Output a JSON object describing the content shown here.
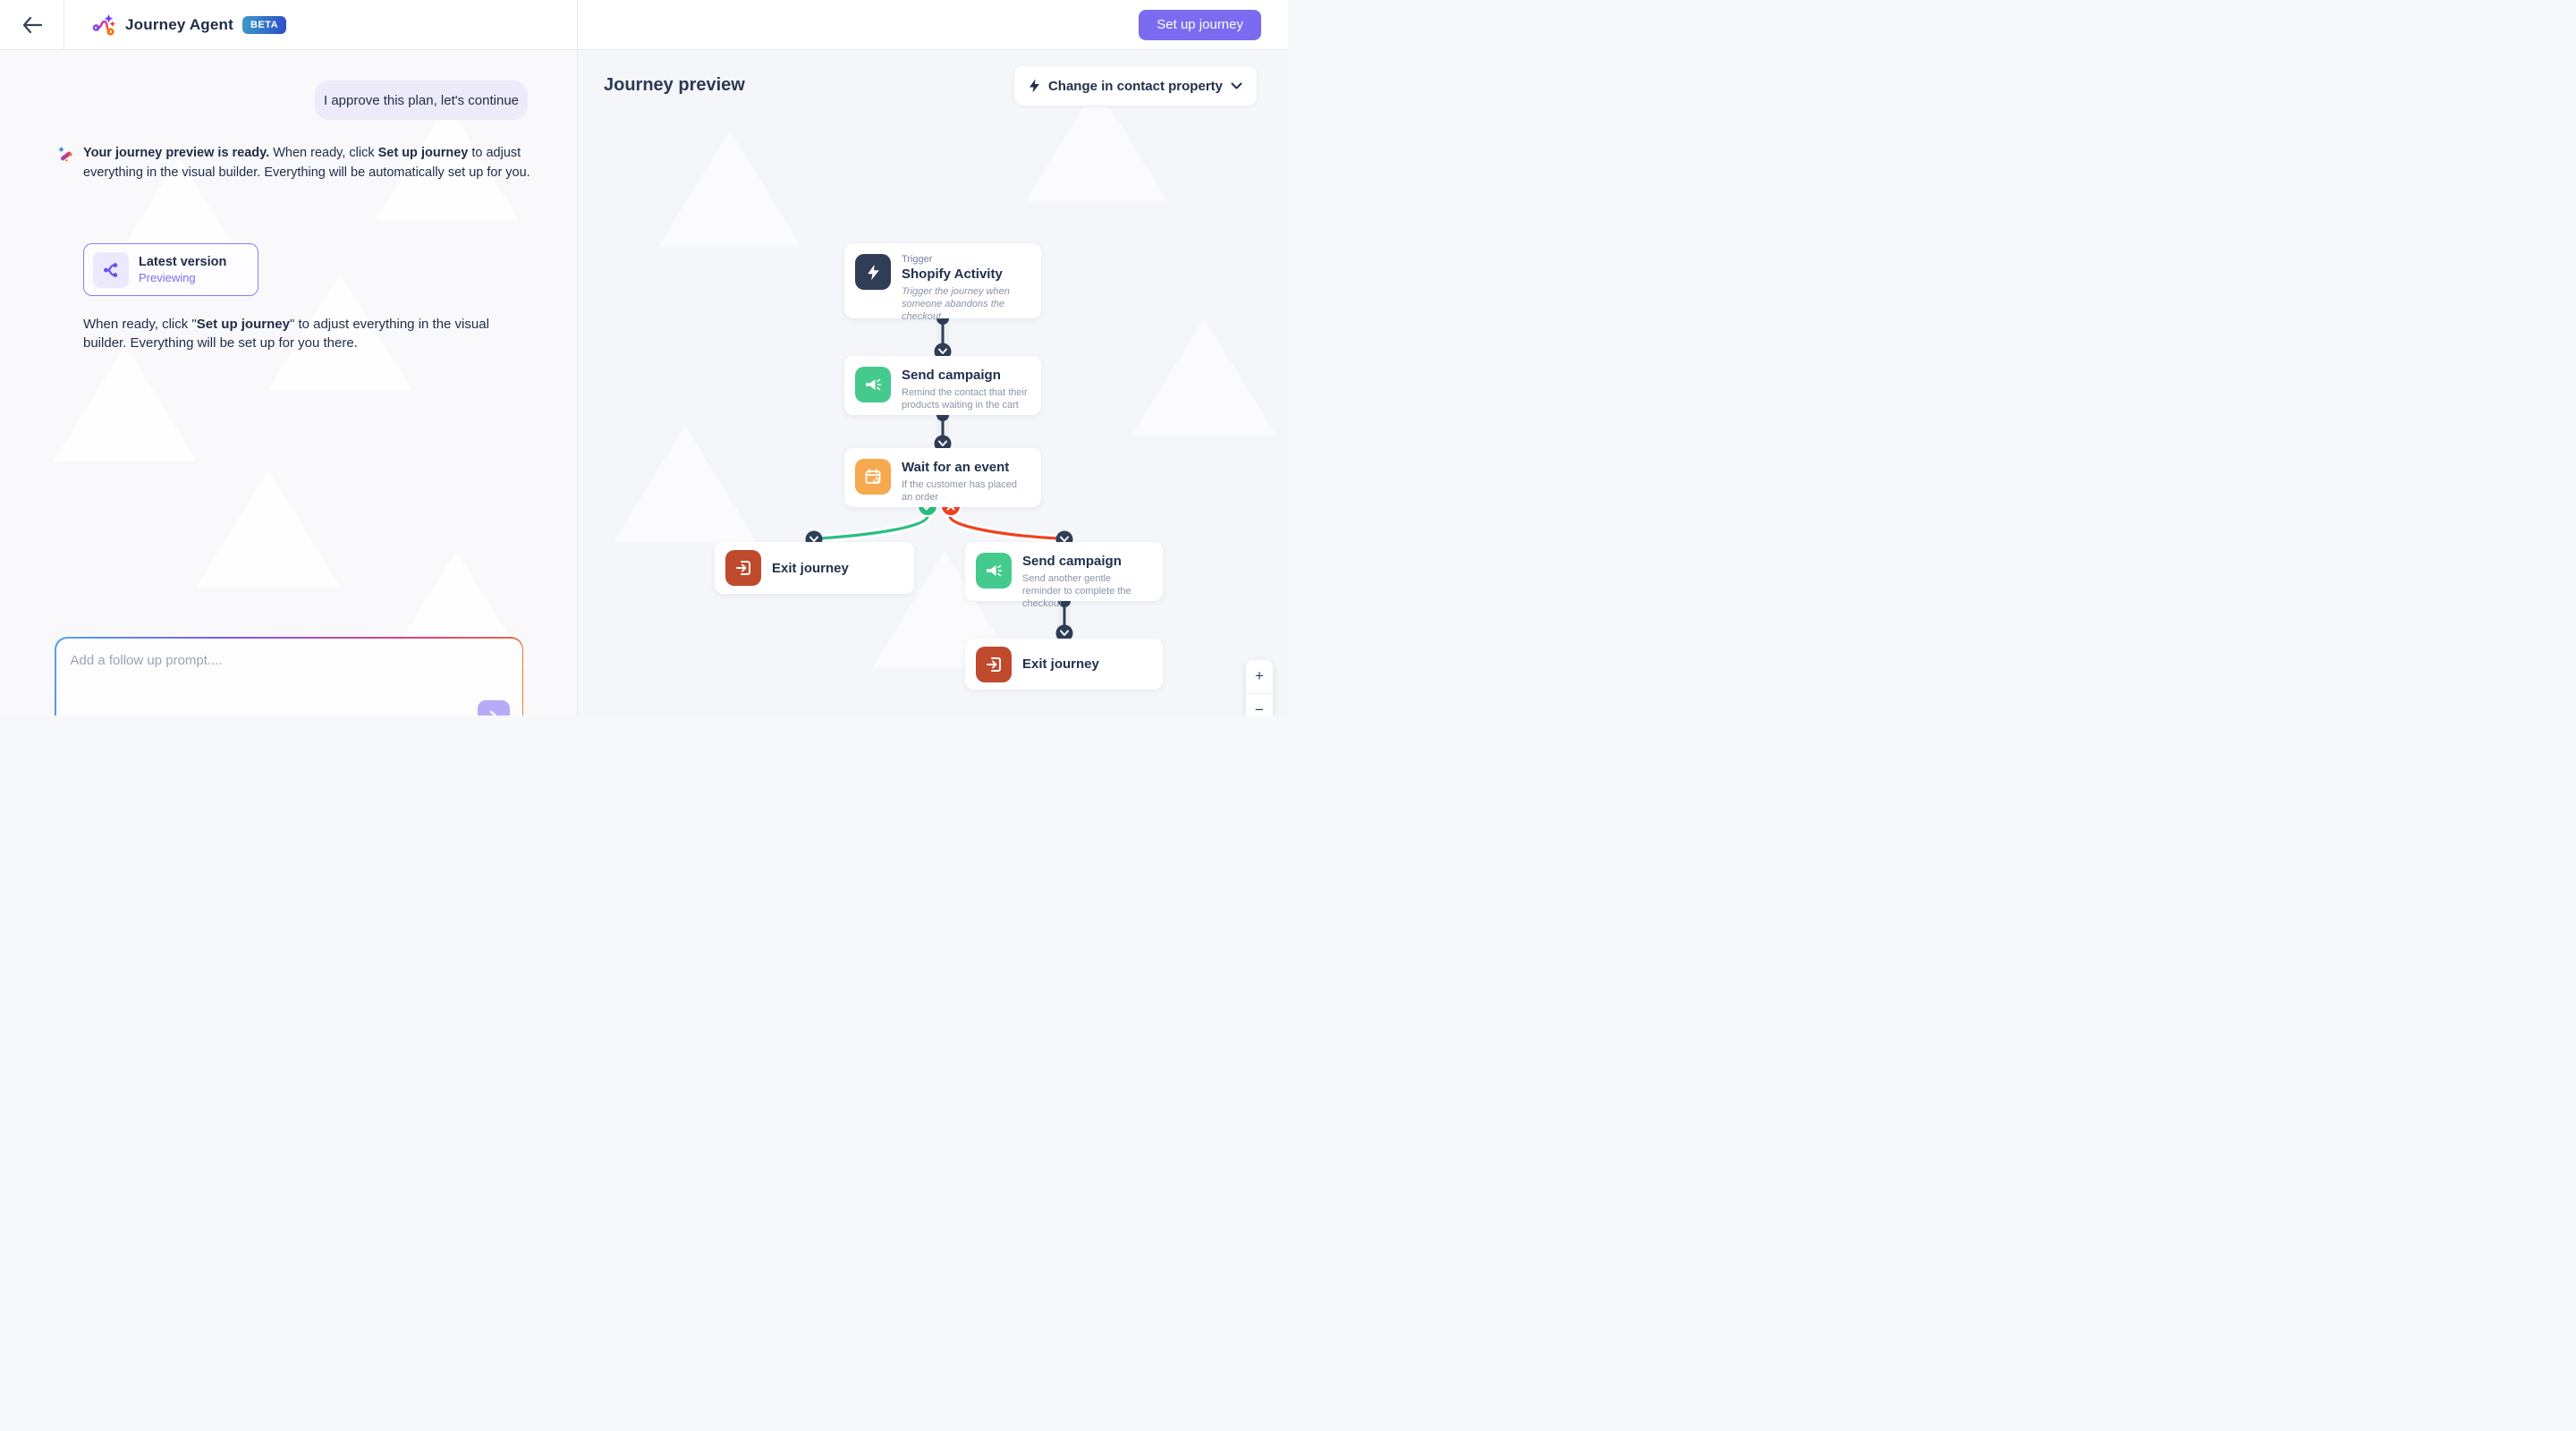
{
  "header": {
    "title": "Journey Agent",
    "beta_badge": "BETA",
    "setup_button": "Set up journey"
  },
  "chat": {
    "user_message": "I approve this plan, let's continue",
    "assistant_message": {
      "bold_intro": "Your journey preview is ready.",
      "rest1": " When ready, click ",
      "bold_action": "Set up journey",
      "rest2": " to adjust everything in the visual builder. Everything will be automatically set up for you."
    },
    "version_card": {
      "title": "Latest version",
      "status": "Previewing"
    },
    "followup": {
      "part1": "When ready, click \"",
      "bold": "Set up journey",
      "part2": "\" to adjust everything in the visual builder. Everything will be set up for you there."
    },
    "input_placeholder": "Add a follow up prompt...."
  },
  "preview": {
    "title": "Journey preview",
    "dropdown_label": "Change in contact property",
    "nodes": {
      "trigger": {
        "kicker": "Trigger",
        "title": "Shopify Activity",
        "description": "Trigger the journey when someone abandons the checkout"
      },
      "send_campaign_1": {
        "title": "Send campaign",
        "description": "Remind the contact that their products waiting in the cart"
      },
      "wait": {
        "title": "Wait for an event",
        "description": "If the customer has placed an order"
      },
      "exit_left": {
        "title": "Exit journey"
      },
      "send_campaign_2": {
        "title": "Send campaign",
        "description": "Send another gentle reminder to complete the checkout"
      },
      "exit_bottom": {
        "title": "Exit journey"
      }
    },
    "zoom_controls": {
      "zoom_in": "+",
      "zoom_out": "−"
    }
  },
  "colors": {
    "accent_purple": "#7A6BF0",
    "navy": "#2F3E56",
    "branch_yes_green": "#2ABE83",
    "branch_no_red": "#F2401D",
    "tile_green": "#44CA8D",
    "tile_orange": "#F6A94E",
    "tile_rust": "#C04A2D",
    "beta_gradient": [
      "#3D9CC6",
      "#2E54C8"
    ]
  }
}
